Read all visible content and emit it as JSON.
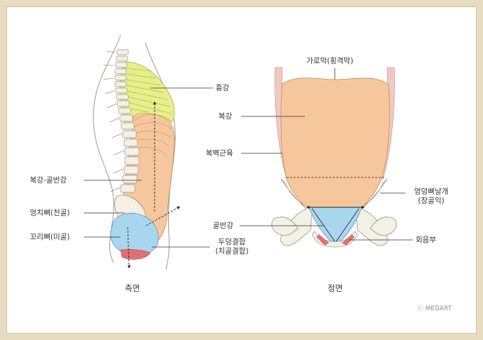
{
  "side_view": {
    "caption": "측면",
    "labels": {
      "thoracic_cavity": "흉강",
      "abdominopelvic_cavity": "복강-골반강",
      "sacrum": "엉치뼈(천골)",
      "coccyx": "꼬리뼈(미골)",
      "pubic_symphysis_line1": "두덩결합",
      "pubic_symphysis_line2": "(치골결합)"
    }
  },
  "front_view": {
    "caption": "정면",
    "labels": {
      "diaphragm": "가로막(횡격막)",
      "abdominal_cavity": "복강",
      "abdominal_wall_muscle": "복벽근육",
      "ilium_line1": "엉덩뼈날개",
      "ilium_line2": "(장골익)",
      "pelvic_cavity": "골반강",
      "perineum": "회음부"
    }
  },
  "copyright": "ⓒ MEDART",
  "colors": {
    "frame": "#e8dcc0",
    "thoracic": "#e6ef8a",
    "abdominal": "#f6c79c",
    "pelvic": "#a9d6ef",
    "perineum_red": "#e07070",
    "bone": "#f3f0e6"
  }
}
